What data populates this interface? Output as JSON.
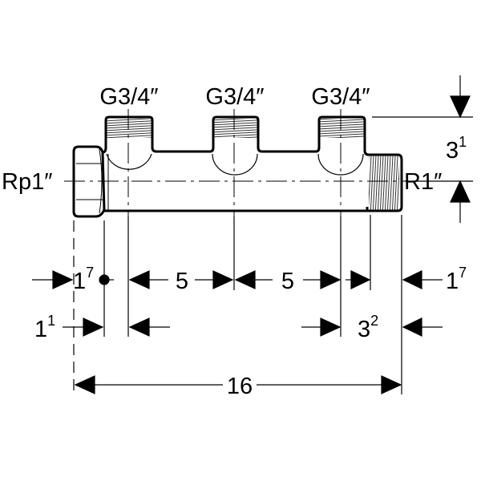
{
  "drawing": {
    "type": "technical dimension drawing",
    "subject": "manifold with three outlets",
    "colors": {
      "line": "#000000",
      "background": "#ffffff"
    },
    "outlet_labels": [
      "G3/4″",
      "G3/4″",
      "G3/4″"
    ],
    "inlet_label": "Rp1″",
    "outlet_end_label": "R1″",
    "dimensions": {
      "outlet_height": {
        "base": "3",
        "sup": "1"
      },
      "left_offset_top": {
        "base": "1",
        "sup": "7"
      },
      "spacing_1": "5",
      "spacing_2": "5",
      "right_offset_top": {
        "base": "1",
        "sup": "7"
      },
      "left_offset_bottom": {
        "base": "1",
        "sup": "1"
      },
      "right_offset_bottom": {
        "base": "3",
        "sup": "2"
      },
      "overall_length": "16"
    }
  }
}
